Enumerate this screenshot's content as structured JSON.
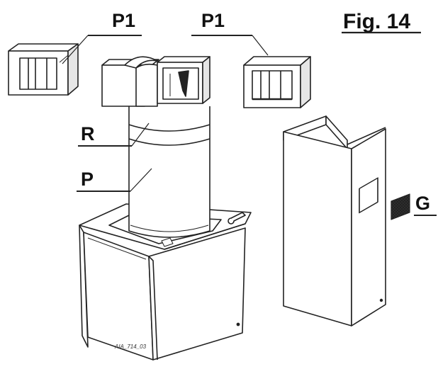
{
  "figure": {
    "title": "Fig. 14"
  },
  "labels": {
    "p1_left": "P1",
    "p1_right": "P1",
    "r": "R",
    "p": "P",
    "g": "G"
  },
  "drawing_code": "AIA_714_03",
  "colors": {
    "line": "#222222",
    "fill": "#ffffff",
    "shade": "#cfcfcf"
  }
}
